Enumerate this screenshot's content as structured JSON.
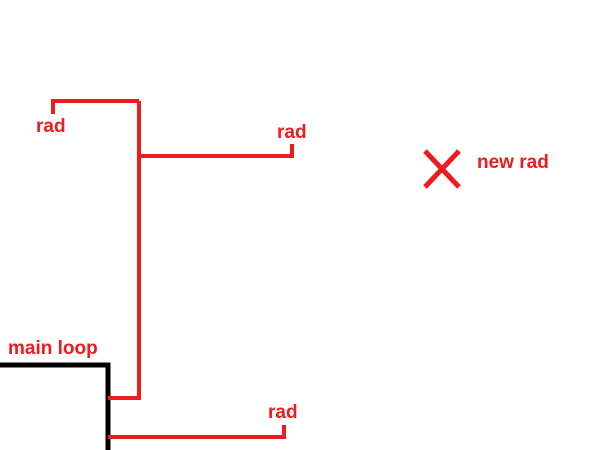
{
  "diagram": {
    "colors": {
      "background": "#ffffff",
      "radiator_pipe": "#ee1c1c",
      "main_loop": "#000000",
      "new_marker": "#ee1c1c"
    },
    "labels": {
      "rad_top_left": "rad",
      "rad_top_right": "rad",
      "rad_bottom_right": "rad",
      "new_rad": "new rad",
      "main_loop": "main loop"
    },
    "marker_icon": "x-mark-icon"
  }
}
